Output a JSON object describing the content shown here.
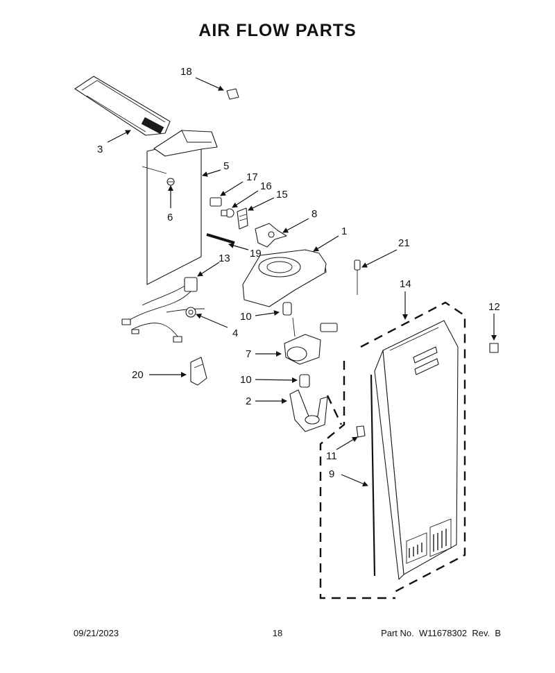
{
  "page": {
    "title": "AIR FLOW PARTS",
    "date": "09/21/2023",
    "page_number": "18",
    "part_info": "Part No.  W11678302  Rev.  B"
  },
  "callouts": [
    "1",
    "2",
    "3",
    "4",
    "5",
    "6",
    "7",
    "8",
    "9",
    "10",
    "10",
    "11",
    "12",
    "13",
    "14",
    "15",
    "16",
    "17",
    "18",
    "19",
    "20",
    "21"
  ]
}
